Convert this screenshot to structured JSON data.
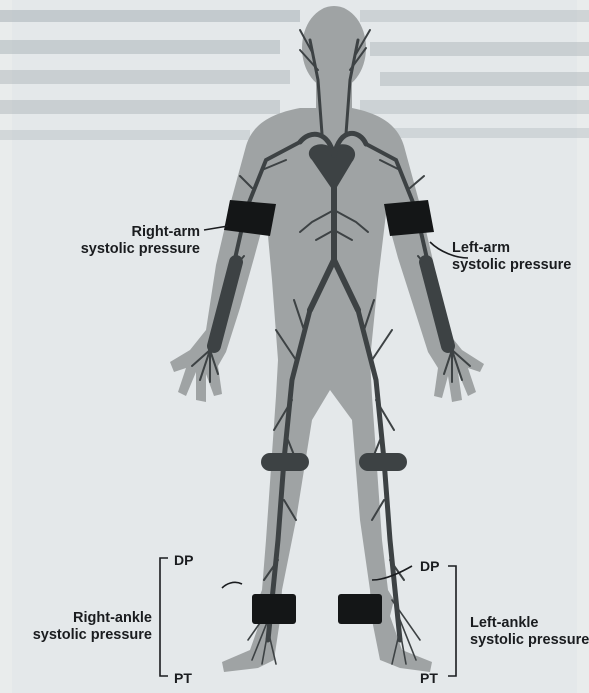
{
  "labels": {
    "right_arm": [
      "Right-arm",
      "systolic pressure"
    ],
    "left_arm": [
      "Left-arm",
      "systolic pressure"
    ],
    "right_ankle": [
      "Right-ankle",
      "systolic pressure"
    ],
    "left_ankle": [
      "Left-ankle",
      "systolic pressure"
    ],
    "dp": "DP",
    "pt": "PT"
  },
  "colors": {
    "page": "#e8ebec",
    "body": "#9fa3a4",
    "vessel": "#3d4244",
    "cuff": "#141617",
    "text": "#1a1c1f",
    "bleed_text": "#a8b1b6"
  }
}
